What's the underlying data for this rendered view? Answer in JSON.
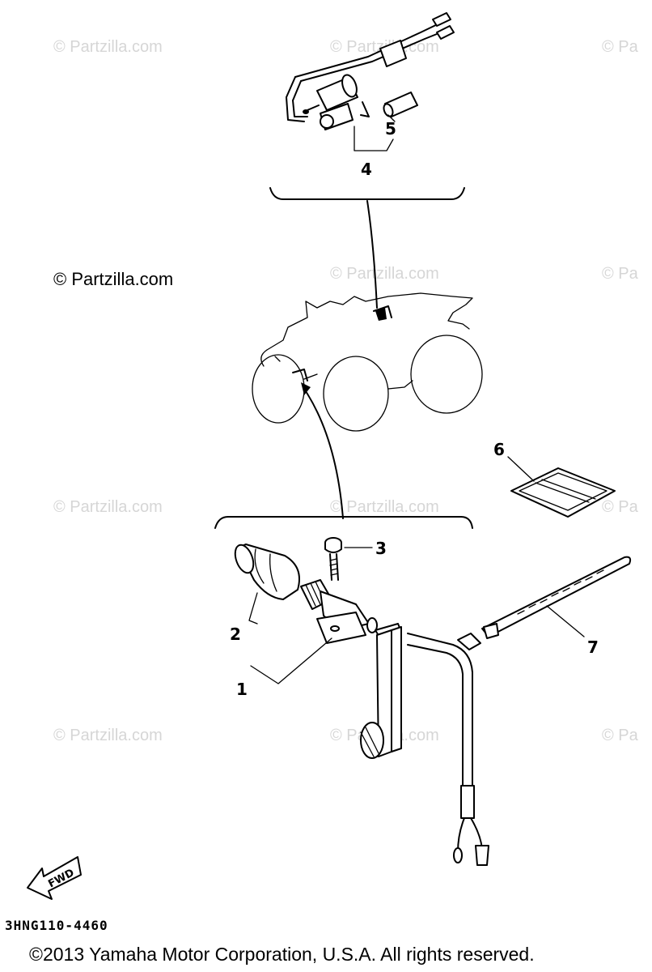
{
  "watermarks": {
    "light": "© Partzilla.com",
    "light_partial": "© Pa",
    "dark": "© Partzilla.com"
  },
  "callouts": {
    "c1": "1",
    "c2": "2",
    "c3": "3",
    "c4": "4",
    "c5": "5",
    "c6": "6",
    "c7": "7"
  },
  "fwd_label": "FWD",
  "part_code": "3HNG110-4460",
  "copyright": "©2013  Yamaha Motor Corporation, U.S.A. All rights reserved.",
  "colors": {
    "line": "#000000",
    "watermark": "#d6d6d6",
    "background": "#ffffff"
  }
}
